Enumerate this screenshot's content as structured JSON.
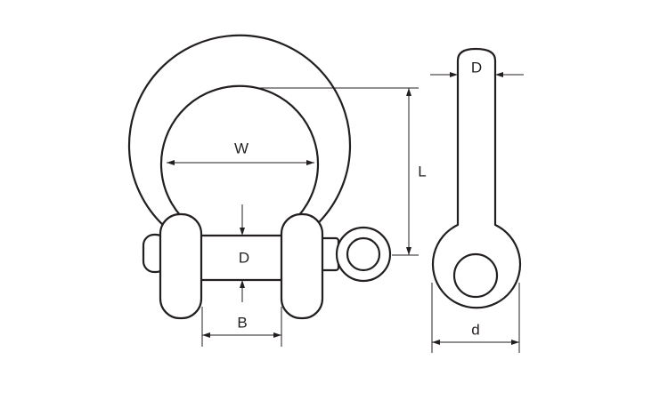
{
  "labels": {
    "width": "W",
    "pin_diameter": "D",
    "pin_diameter_side": "D",
    "length": "L",
    "between_eyes": "B",
    "eye_diameter": "d"
  }
}
